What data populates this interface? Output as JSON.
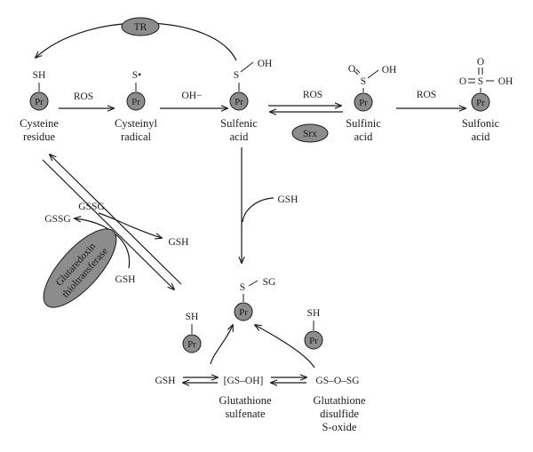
{
  "nodes": {
    "protein_label": "Pr",
    "cysteine": {
      "line1": "Cysteine",
      "line2": "residue",
      "group": "SH"
    },
    "cysteinyl": {
      "line1": "Cysteinyl",
      "line2": "radical",
      "group": "S•"
    },
    "sulfenic": {
      "line1": "Sulfenic",
      "line2": "acid",
      "s": "S",
      "oh": "OH"
    },
    "sulfinic": {
      "line1": "Sulfinic",
      "line2": "acid",
      "o": "O",
      "s": "S",
      "oh": "OH"
    },
    "sulfonic": {
      "line1": "Sulfonic",
      "line2": "acid",
      "o_top": "O",
      "o_left": "O",
      "s": "S",
      "oh": "OH"
    },
    "glutathionylated": {
      "s": "S",
      "sg": "SG"
    },
    "free_thiol_left": {
      "group": "SH"
    },
    "free_thiol_right": {
      "group": "SH"
    },
    "glutathione_sulfenate": {
      "formula": "[GS–OH]",
      "line1": "Glutathione",
      "line2": "sulfenate"
    },
    "glutathione_disulfide_s_oxide": {
      "formula": "GS–O–SG",
      "line1": "Glutathione",
      "line2": "disulfide",
      "line3": "S-oxide"
    }
  },
  "enzymes": {
    "tr": "TR",
    "srx": "Srx",
    "glutaredoxin": {
      "line1": "Glutaredoxin",
      "line2": "thioltransferase"
    }
  },
  "reagents": {
    "ros_1": "ROS",
    "oh_minus": "OH−",
    "ros_2": "ROS",
    "ros_3": "ROS",
    "gsh_sulfenic": "GSH",
    "gssg_in": "GSSG",
    "gssg_out": "GSSG",
    "gsh_out": "GSH",
    "gsh_in": "GSH",
    "gsh_bottom": "GSH"
  }
}
